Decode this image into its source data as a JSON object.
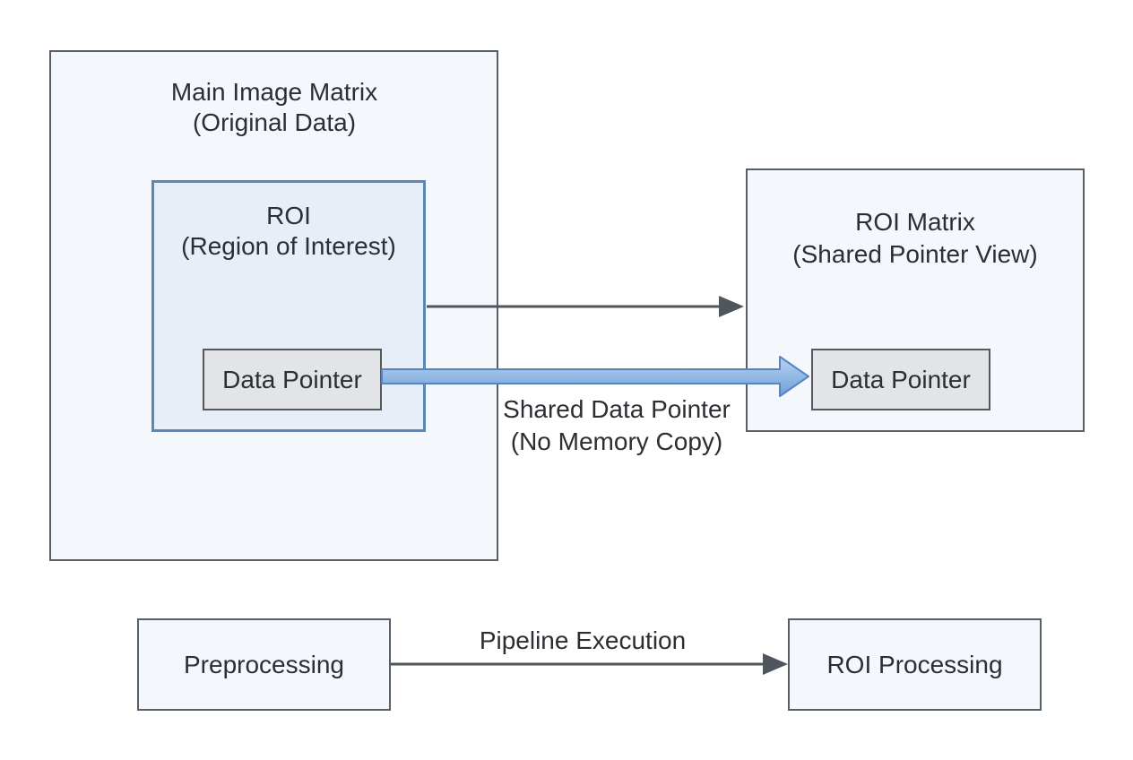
{
  "main_matrix": {
    "title": "Main Image Matrix",
    "subtitle": "(Original Data)"
  },
  "roi": {
    "title": "ROI",
    "subtitle": "(Region of Interest)",
    "pointer_label": "Data Pointer"
  },
  "roi_matrix": {
    "title": "ROI Matrix",
    "subtitle": "(Shared Pointer View)",
    "pointer_label": "Data Pointer"
  },
  "shared_pointer": {
    "line1": "Shared Data Pointer",
    "line2": "(No Memory Copy)"
  },
  "pipeline": {
    "source": "Preprocessing",
    "edge_label": "Pipeline Execution",
    "target": "ROI Processing"
  },
  "colors": {
    "accent": "#6e9fd8",
    "border": "#595f66",
    "roi_border": "#5b86b5"
  }
}
